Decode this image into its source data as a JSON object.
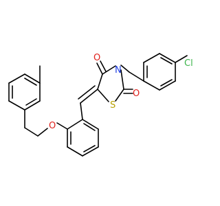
{
  "molecule": {
    "labels": {
      "chlorine": "Cl",
      "nitrogen": "N",
      "sulfur": "S",
      "oxygen_c4": "O",
      "oxygen_c2": "O",
      "oxygen_ether": "O"
    },
    "colors": {
      "bond": "#000000",
      "chlorine": "#3cb44b",
      "nitrogen": "#1f3fe0",
      "sulfur": "#b8a000",
      "oxygen": "#e0201b"
    }
  }
}
